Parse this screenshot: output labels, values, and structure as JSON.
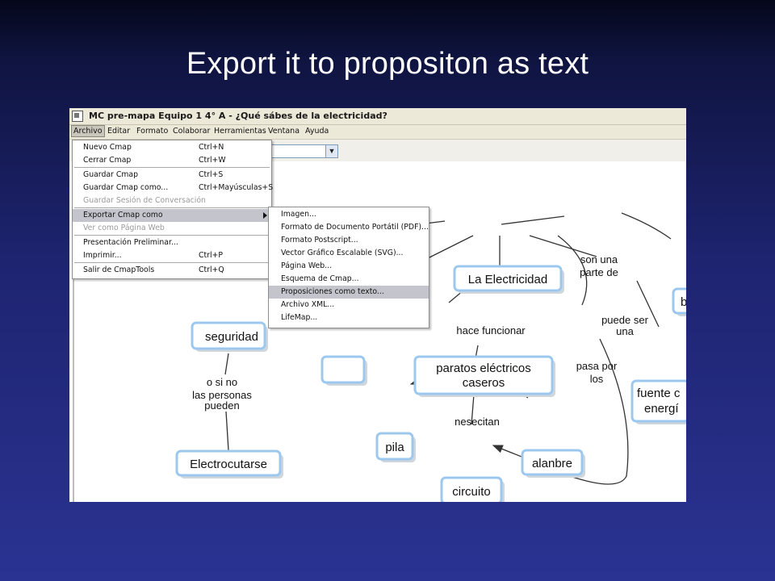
{
  "slide": {
    "title": "Export it to propositon as text"
  },
  "window": {
    "title": "MC pre-mapa Equipo 1 4° A - ¿Qué sábes de la electricidad?"
  },
  "menubar": [
    {
      "label": "Archivo",
      "active": true
    },
    {
      "label": "Editar"
    },
    {
      "label": "Formato"
    },
    {
      "label": "Colaborar"
    },
    {
      "label": "Herramientas"
    },
    {
      "label": "Ventana"
    },
    {
      "label": "Ayuda"
    }
  ],
  "toolbar": {
    "combo_icon": "chevron-down-icon",
    "combo_arrow": "▼"
  },
  "archivo_menu": [
    {
      "label": "Nuevo Cmap",
      "shortcut": "Ctrl+N"
    },
    {
      "label": "Cerrar Cmap",
      "shortcut": "Ctrl+W"
    },
    {
      "label": "Guardar Cmap",
      "shortcut": "Ctrl+S"
    },
    {
      "label": "Guardar Cmap como...",
      "shortcut": "Ctrl+Mayúsculas+S"
    },
    {
      "label": "Guardar Sesión de Conversación",
      "shortcut": "",
      "disabled": true
    },
    {
      "label": "Exportar Cmap como",
      "shortcut": "",
      "highlight": true,
      "submenu": true
    },
    {
      "label": "Ver como Página Web",
      "shortcut": "",
      "disabled": true
    },
    {
      "label": "Presentación Preliminar...",
      "shortcut": ""
    },
    {
      "label": "Imprimir...",
      "shortcut": "Ctrl+P"
    },
    {
      "label": "Salir de CmapTools",
      "shortcut": "Ctrl+Q"
    }
  ],
  "export_submenu": [
    {
      "label": "Imagen..."
    },
    {
      "label": "Formato de Documento Portátil (PDF)..."
    },
    {
      "label": "Formato Postscript..."
    },
    {
      "label": "Vector Gráfico Escalable (SVG)..."
    },
    {
      "label": "Página Web..."
    },
    {
      "label": "Esquema de Cmap..."
    },
    {
      "label": "Proposiciones como texto...",
      "highlight": true
    },
    {
      "label": "Archivo XML..."
    },
    {
      "label": "LifeMap..."
    }
  ],
  "concepts": {
    "partial_question": "d?",
    "la_electricidad": "La Electricidad",
    "b_partial": "b",
    "seguridad": "seguridad",
    "aparatos_line1": "paratos eléctricos",
    "aparatos_line2": "caseros",
    "fuente_line1": "fuente c",
    "fuente_line2": "energí",
    "pila": "pila",
    "alanbre": "alanbre",
    "circuito": "circuito",
    "electrocutarse": "Electrocutarse"
  },
  "links": {
    "son_una_parte_de": [
      "son una",
      "parte de"
    ],
    "hace_funcionar": "hace funcionar",
    "puede_ser_una": [
      "puede ser",
      "una"
    ],
    "pasa_por_los": [
      "pasa por",
      "los"
    ],
    "o_si_no": [
      "o si no",
      "las personas",
      "pueden"
    ],
    "nesecitan": "nesecitan"
  },
  "colors": {
    "node_border": "#9cc8ef",
    "node_shadow": "#cfd6dc",
    "line": "#333333"
  }
}
